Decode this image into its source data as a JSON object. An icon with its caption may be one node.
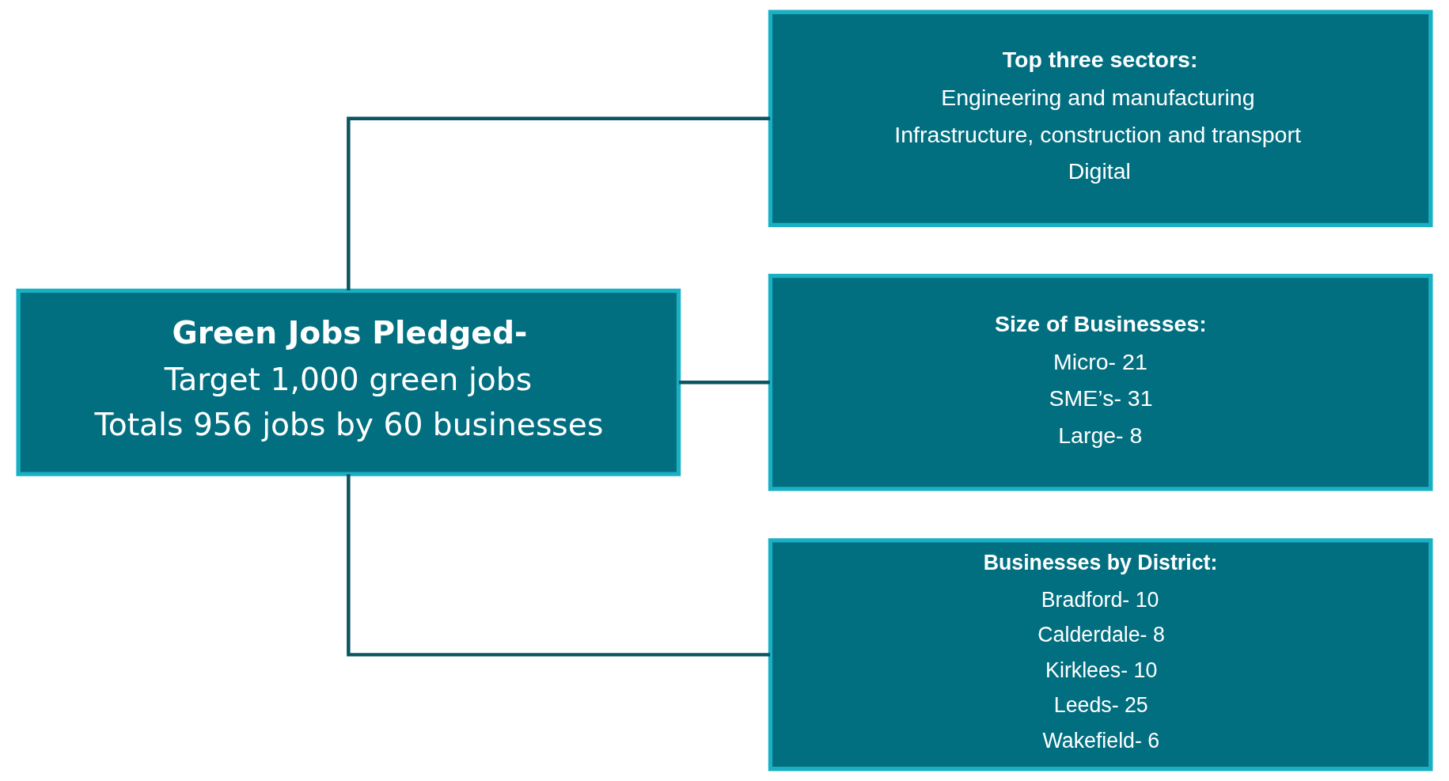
{
  "diagram": {
    "nodes": [
      {
        "text": [
          "Green Jobs Pledged-",
          "Target 1,000 green jobs",
          "Totals 956 jobs by 60 businesses"
        ]
      },
      {
        "text": [
          "Top three sectors:",
          "Engineering and manufacturing",
          "Infrastructure, construction and transport",
          "Digital"
        ]
      },
      {
        "text": [
          "Size of Businesses:",
          "Micro- 21",
          "SME’s- 31",
          "Large- 8"
        ]
      },
      {
        "text": [
          "Businesses by District:",
          "Bradford- 10",
          "Calderdale- 8",
          "Kirklees- 10",
          "Leeds- 25",
          "Wakefield- 6"
        ]
      }
    ],
    "edges": [
      {
        "from": 0,
        "to": 1,
        "arrow": "none"
      },
      {
        "from": 0,
        "to": 2,
        "arrow": "none"
      },
      {
        "from": 0,
        "to": 3,
        "arrow": "none"
      }
    ]
  }
}
